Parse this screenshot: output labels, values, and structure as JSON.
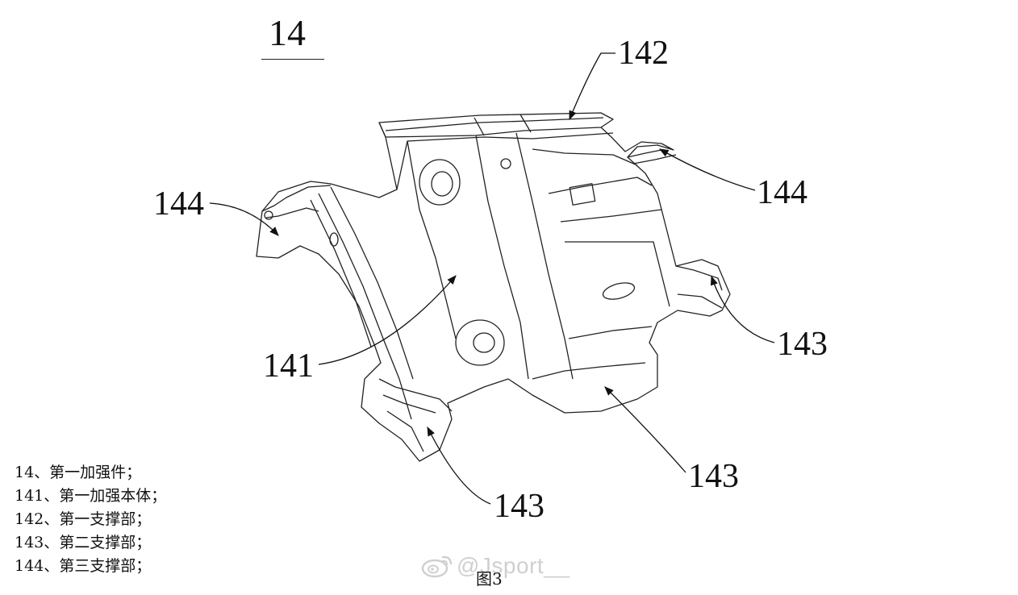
{
  "figure": {
    "assembly_label": "14",
    "caption": "图3",
    "callouts": {
      "first_support": "142",
      "third_support_right": "144",
      "third_support_left": "144",
      "body": "141",
      "second_support_right": "143",
      "second_support_bottom": "143",
      "second_support_left": "143"
    }
  },
  "legend": [
    "14、第一加强件；",
    "141、第一加强本体；",
    "142、第一支撑部；",
    "143、第二支撑部；",
    "144、第三支撑部；"
  ],
  "watermark": {
    "text": "@Jsport__",
    "icon": "weibo-logo-icon"
  }
}
